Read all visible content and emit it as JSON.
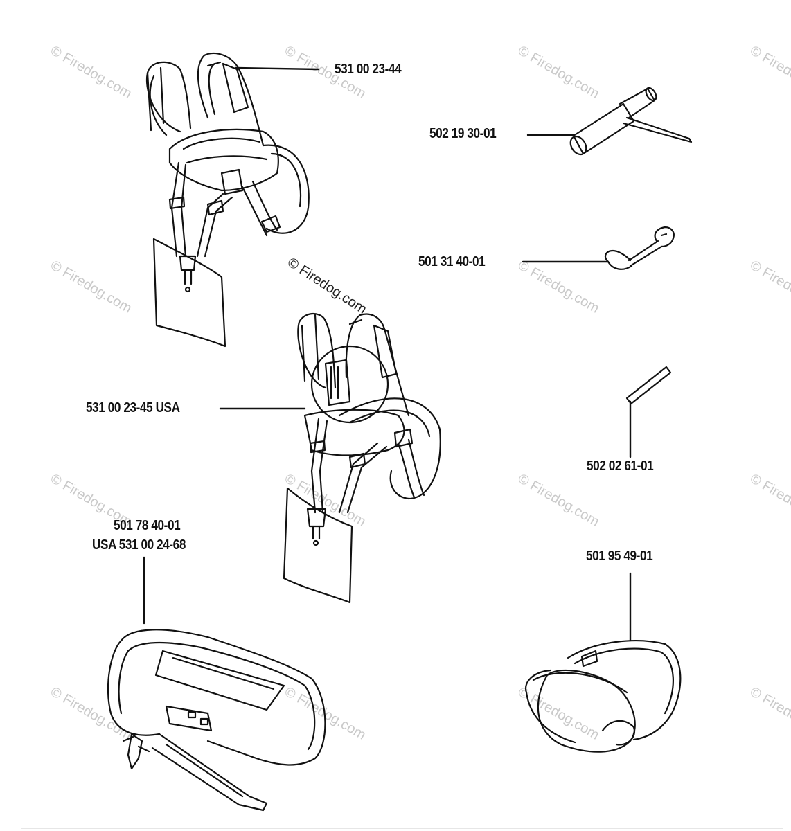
{
  "labels": {
    "harness_top": "531 00 23-44",
    "tool_combination_spanner": "502 19 30-01",
    "open_end_wrench": "501 31 40-01",
    "harness_usa": "531 00 23-45 USA",
    "hex_key": "502 02 61-01",
    "shoulder_strap_line1": "501 78 40-01",
    "shoulder_strap_line2": "USA 531 00 24-68",
    "ear_protection": "501 95 49-01"
  },
  "watermark": {
    "text": "© Firedog.com",
    "color": "#c9c9c9"
  },
  "line_color": "#111111"
}
